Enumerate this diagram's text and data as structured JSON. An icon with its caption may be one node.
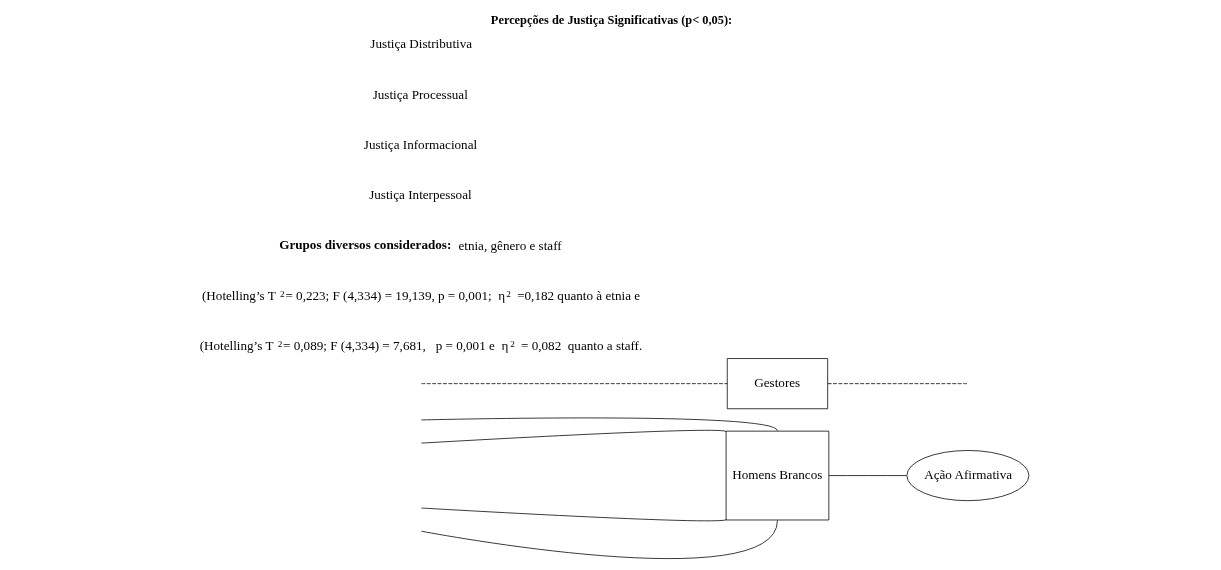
{
  "diagram": {
    "title": "Percepções de Justiça Significativas (p< 0,05):",
    "nodes": [
      {
        "text": [
          "Homens Brancos"
        ]
      },
      {
        "text": [
          "Gestores"
        ]
      },
      {
        "text": [
          "Ação Afirmativa"
        ]
      }
    ],
    "edges": [
      {
        "from": 0,
        "to": null,
        "arrow": "none"
      },
      {
        "from": 0,
        "to": null,
        "arrow": "none"
      },
      {
        "from": 0,
        "to": null,
        "arrow": "none"
      },
      {
        "from": 0,
        "to": null,
        "arrow": "none"
      },
      {
        "from": null,
        "to": 1,
        "arrow": "none",
        "style": "dashed"
      },
      {
        "from": 1,
        "to": null,
        "arrow": "none",
        "style": "dashed"
      },
      {
        "from": 0,
        "to": 2,
        "arrow": "none"
      }
    ],
    "labels": [
      "Justiça Distributiva",
      "Justiça Processual",
      "Justiça Informacional",
      "Justiça Interpessoal",
      "**Grupos diversos considerados:** etnia, gênero e staff",
      "(Hotelling’s T $^{2}$= 0,223; F (4,334) = 19,139, p = 0,001;  η$^{2}$ =0,182 quanto à etnia e",
      "(Hotelling’s T $^{2}$= 0,089; F (4,334) = 7,681,   p = 0,001 e  η$^{2}$ = 0,082  quanto a staff."
    ]
  }
}
